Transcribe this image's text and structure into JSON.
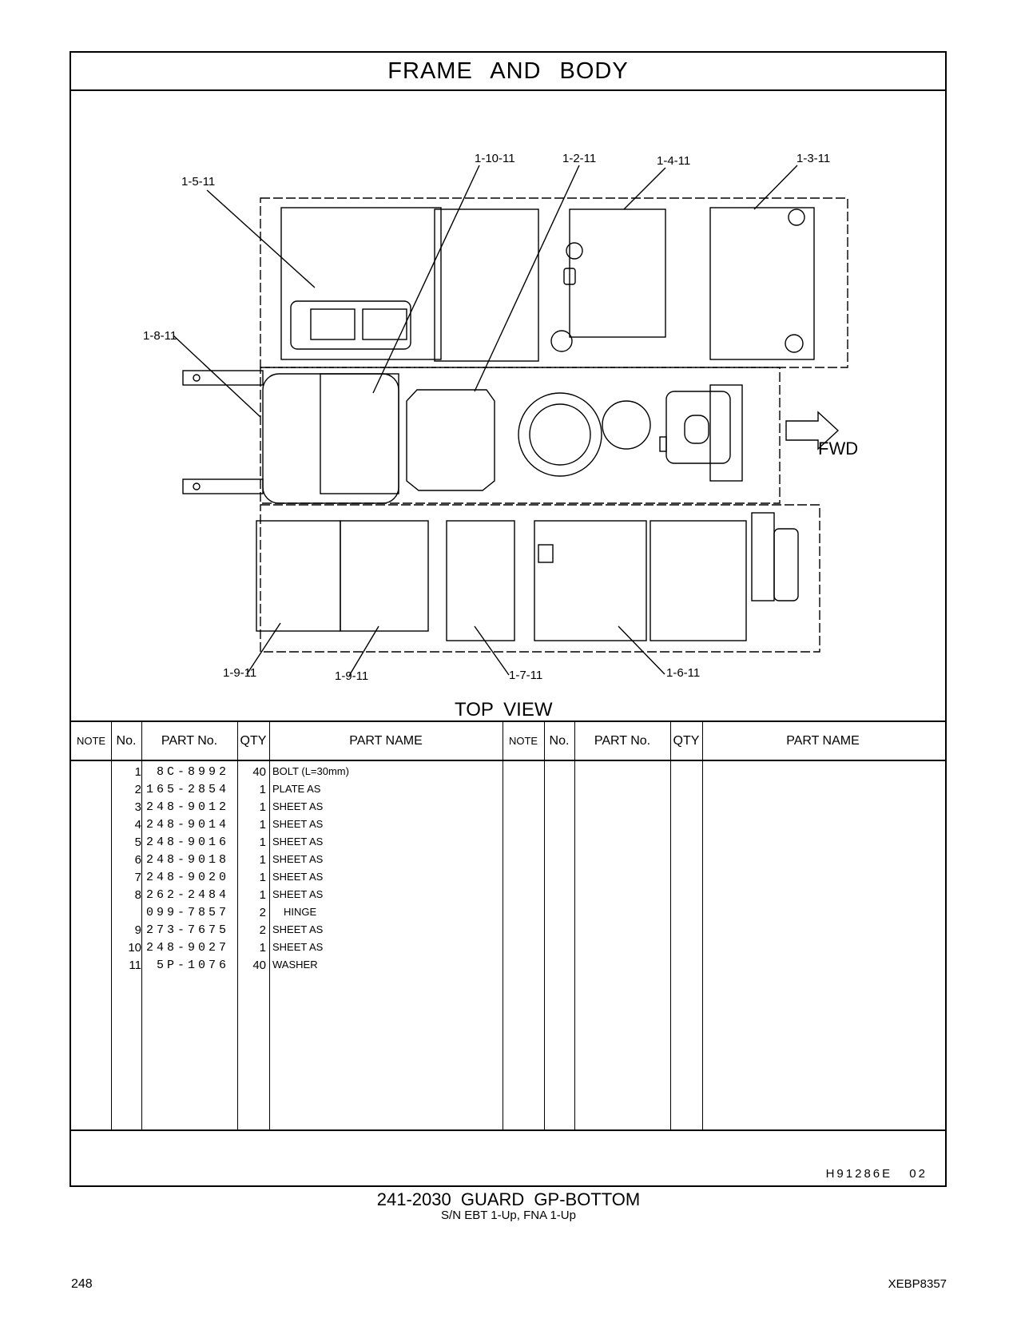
{
  "title": "FRAME   AND   BODY",
  "view_label": "TOP  VIEW",
  "fwd_label": "FWD",
  "callouts": [
    "1-10-11",
    "1-2-11",
    "1-4-11",
    "1-3-11",
    "1-5-11",
    "1-8-11",
    "1-9-11",
    "1-9-11",
    "1-7-11",
    "1-6-11"
  ],
  "table": {
    "headers": {
      "note": "NOTE",
      "no": "No.",
      "part_no": "PART No.",
      "qty": "QTY",
      "part_name": "PART NAME"
    },
    "rows": [
      {
        "no": "1",
        "part_no": "8C-8992",
        "qty": "40",
        "name": "BOLT (L=30mm)"
      },
      {
        "no": "2",
        "part_no": "165-2854",
        "qty": "1",
        "name": "PLATE  AS"
      },
      {
        "no": "3",
        "part_no": "248-9012",
        "qty": "1",
        "name": "SHEET  AS"
      },
      {
        "no": "4",
        "part_no": "248-9014",
        "qty": "1",
        "name": "SHEET  AS"
      },
      {
        "no": "5",
        "part_no": "248-9016",
        "qty": "1",
        "name": "SHEET  AS"
      },
      {
        "no": "6",
        "part_no": "248-9018",
        "qty": "1",
        "name": "SHEET  AS"
      },
      {
        "no": "7",
        "part_no": "248-9020",
        "qty": "1",
        "name": "SHEET  AS"
      },
      {
        "no": "8",
        "part_no": "262-2484",
        "qty": "1",
        "name": "SHEET  AS"
      },
      {
        "no": "",
        "part_no": "099-7857",
        "qty": "2",
        "name": "HINGE"
      },
      {
        "no": "9",
        "part_no": "273-7675",
        "qty": "2",
        "name": "SHEET  AS"
      },
      {
        "no": "10",
        "part_no": "248-9027",
        "qty": "1",
        "name": "SHEET  AS"
      },
      {
        "no": "11",
        "part_no": "5P-1076",
        "qty": "40",
        "name": "WASHER"
      }
    ],
    "doc_code": "H91286E  02"
  },
  "caption": {
    "line1": "241-2030  GUARD  GP-BOTTOM",
    "line2": "S/N EBT 1-Up, FNA 1-Up"
  },
  "page_number": "248",
  "publication": "XEBP8357"
}
